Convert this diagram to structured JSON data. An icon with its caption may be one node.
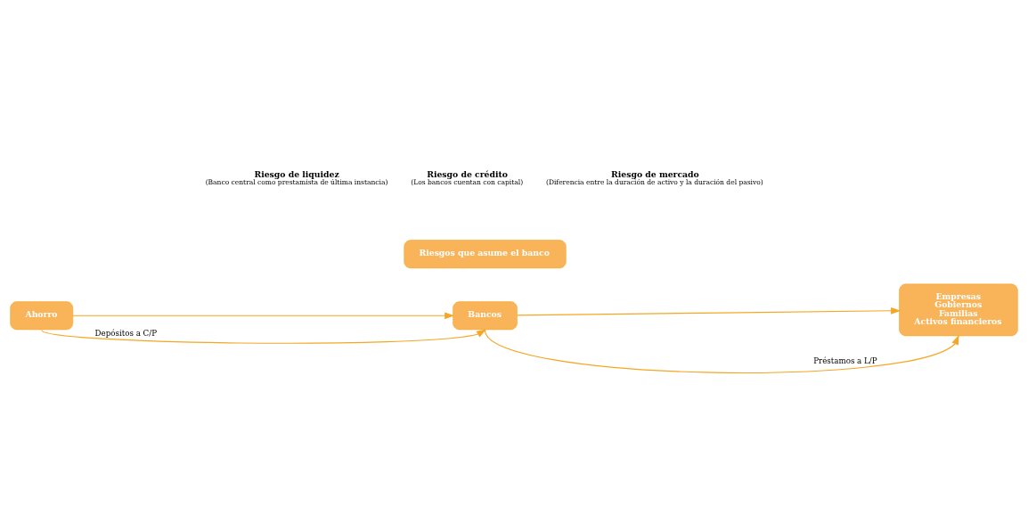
{
  "diagram": {
    "nodes": [
      {
        "text": [
          "Ahorro"
        ]
      },
      {
        "text": [
          "Bancos"
        ]
      },
      {
        "text": [
          "Empresas",
          "Gobiernos",
          "Familias",
          "Activos financieros"
        ]
      },
      {
        "text": [
          "Riesgos que asume el banco"
        ]
      }
    ],
    "edges": [
      {
        "from": 0,
        "to": 1,
        "arrow": "to"
      },
      {
        "from": 1,
        "to": 2,
        "arrow": "to"
      },
      {
        "from": 0,
        "to": 1,
        "arrow": "to",
        "label": "Depósitos a C/P"
      },
      {
        "from": 1,
        "to": 2,
        "arrow": "to",
        "label": "Préstamos a L/P"
      }
    ],
    "labels": [
      "Riesgo de liquidez",
      "(Banco central como prestamista de última instancia)",
      "Riesgo de crédito",
      "(Los bancos cuentan con capital)",
      "Riesgo de mercado",
      "(Diferencia entre la duración de activo y la duración del pasivo)"
    ]
  }
}
